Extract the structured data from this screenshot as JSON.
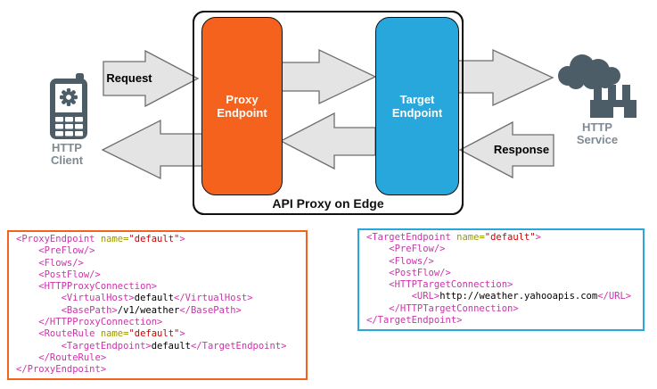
{
  "colors": {
    "orange": "#F4621D",
    "blue": "#27A7DC",
    "arrow_fill": "#E4E4E4",
    "arrow_stroke": "#6E6E6E",
    "icon_slate": "#4D5D68",
    "label_gray": "#7F8B93",
    "tag_magenta": "#CC33AA",
    "attr_olive": "#999900",
    "value_red": "#CC0000",
    "code_text": "#000000"
  },
  "diagram": {
    "client": {
      "line1": "HTTP",
      "line2": "Client"
    },
    "service": {
      "line1": "HTTP",
      "line2": "Service"
    },
    "proxy_endpoint": {
      "line1": "Proxy",
      "line2": "Endpoint"
    },
    "target_endpoint": {
      "line1": "Target",
      "line2": "Endpoint"
    },
    "container_label": "API Proxy on Edge",
    "request_label": "Request",
    "response_label": "Response"
  },
  "code_blocks": [
    {
      "name": "proxy-endpoint-xml",
      "lines": [
        [
          [
            "t",
            "<ProxyEndpoint "
          ],
          [
            "a",
            "name="
          ],
          [
            "v",
            "\"default\""
          ],
          [
            "t",
            ">"
          ]
        ],
        [
          [
            "t",
            "    <PreFlow/>"
          ]
        ],
        [
          [
            "t",
            "    <Flows/>"
          ]
        ],
        [
          [
            "t",
            "    <PostFlow/>"
          ]
        ],
        [
          [
            "t",
            "    <HTTPProxyConnection>"
          ]
        ],
        [
          [
            "t",
            "        <VirtualHost>"
          ],
          [
            "x",
            "default"
          ],
          [
            "t",
            "</VirtualHost>"
          ]
        ],
        [
          [
            "t",
            "        <BasePath>"
          ],
          [
            "x",
            "/v1/weather"
          ],
          [
            "t",
            "</BasePath>"
          ]
        ],
        [
          [
            "t",
            "    </HTTPProxyConnection>"
          ]
        ],
        [
          [
            "t",
            "    <RouteRule "
          ],
          [
            "a",
            "name="
          ],
          [
            "v",
            "\"default\""
          ],
          [
            "t",
            ">"
          ]
        ],
        [
          [
            "t",
            "        <TargetEndpoint>"
          ],
          [
            "x",
            "default"
          ],
          [
            "t",
            "</TargetEndpoint>"
          ]
        ],
        [
          [
            "t",
            "    </RouteRule>"
          ]
        ],
        [
          [
            "t",
            "</ProxyEndpoint>"
          ]
        ]
      ]
    },
    {
      "name": "target-endpoint-xml",
      "lines": [
        [
          [
            "t",
            "<TargetEndpoint "
          ],
          [
            "a",
            "name="
          ],
          [
            "v",
            "\"default\""
          ],
          [
            "t",
            ">"
          ]
        ],
        [
          [
            "t",
            "    <PreFlow/>"
          ]
        ],
        [
          [
            "t",
            "    <Flows/>"
          ]
        ],
        [
          [
            "t",
            "    <PostFlow/>"
          ]
        ],
        [
          [
            "t",
            "    <HTTPTargetConnection>"
          ]
        ],
        [
          [
            "t",
            "        <URL>"
          ],
          [
            "x",
            "http://weather.yahooapis.com"
          ],
          [
            "t",
            "</URL>"
          ]
        ],
        [
          [
            "t",
            "    </HTTPTargetConnection>"
          ]
        ],
        [
          [
            "t",
            "</TargetEndpoint>"
          ]
        ]
      ]
    }
  ]
}
